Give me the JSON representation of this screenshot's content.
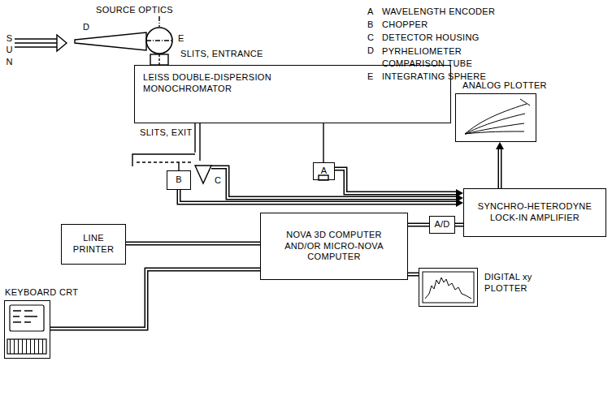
{
  "diagram": {
    "nodes": [
      {
        "text": [
          "D"
        ]
      },
      {
        "text": [
          "E"
        ]
      },
      {
        "text": [
          "LEISS DOUBLE-DISPERSION MONOCHROMATOR"
        ]
      },
      {
        "text": [
          "A"
        ]
      },
      {
        "text": [
          "B"
        ]
      },
      {
        "text": [
          "C"
        ]
      },
      {
        "text": [
          "ANALOG PLOTTER"
        ]
      },
      {
        "text": [
          "SYNCHRO-HETERODYNE LOCK-IN AMPLIFIER"
        ]
      },
      {
        "text": [
          "A/D"
        ]
      },
      {
        "text": [
          "NOVA 3D COMPUTER AND/OR MICRO-NOVA COMPUTER"
        ]
      },
      {
        "text": [
          "LINE PRINTER"
        ]
      },
      {
        "text": [
          "KEYBOARD CRT"
        ]
      },
      {
        "text": [
          "DIGITAL xy PLOTTER"
        ]
      }
    ],
    "edges": [
      {
        "from": 3,
        "to": 7,
        "arrow": "to"
      },
      {
        "from": 4,
        "to": 7,
        "arrow": "to"
      },
      {
        "from": 5,
        "to": 7,
        "arrow": "to"
      },
      {
        "from": 7,
        "to": 6,
        "arrow": "to"
      },
      {
        "from": 7,
        "to": 8,
        "arrow": "none"
      },
      {
        "from": 8,
        "to": 9,
        "arrow": "none"
      },
      {
        "from": 9,
        "to": 10,
        "arrow": "none"
      },
      {
        "from": 9,
        "to": 11,
        "arrow": "none"
      },
      {
        "from": 9,
        "to": 12,
        "arrow": "none"
      }
    ],
    "labels": [
      "SOURCE OPTICS",
      "SUN",
      "SLITS, ENTRANCE",
      "SLITS, EXIT",
      "A",
      "WAVELENGTH ENCODER",
      "B",
      "CHOPPER",
      "C",
      "DETECTOR HOUSING",
      "D",
      "PYRHELIOMETER COMPARISON TUBE",
      "E",
      "INTEGRATING SPHERE"
    ]
  }
}
